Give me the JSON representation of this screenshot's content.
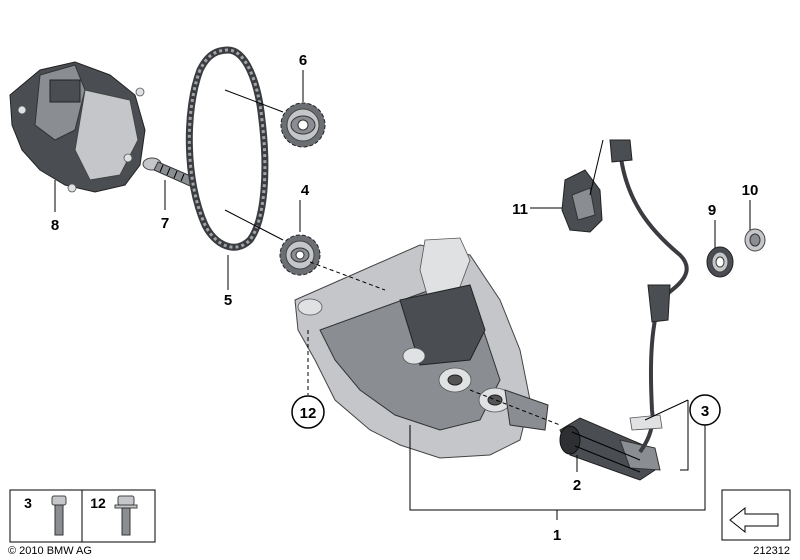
{
  "callouts": {
    "p1": "1",
    "p2": "2",
    "p3": "3",
    "p4": "4",
    "p5": "5",
    "p6": "6",
    "p7": "7",
    "p8": "8",
    "p9": "9",
    "p10": "10",
    "p11": "11",
    "p12": "12"
  },
  "legend": {
    "item_a": "3",
    "item_b": "12"
  },
  "footer": {
    "copyright": "© 2010 BMW AG",
    "diagram_number": "212312"
  }
}
